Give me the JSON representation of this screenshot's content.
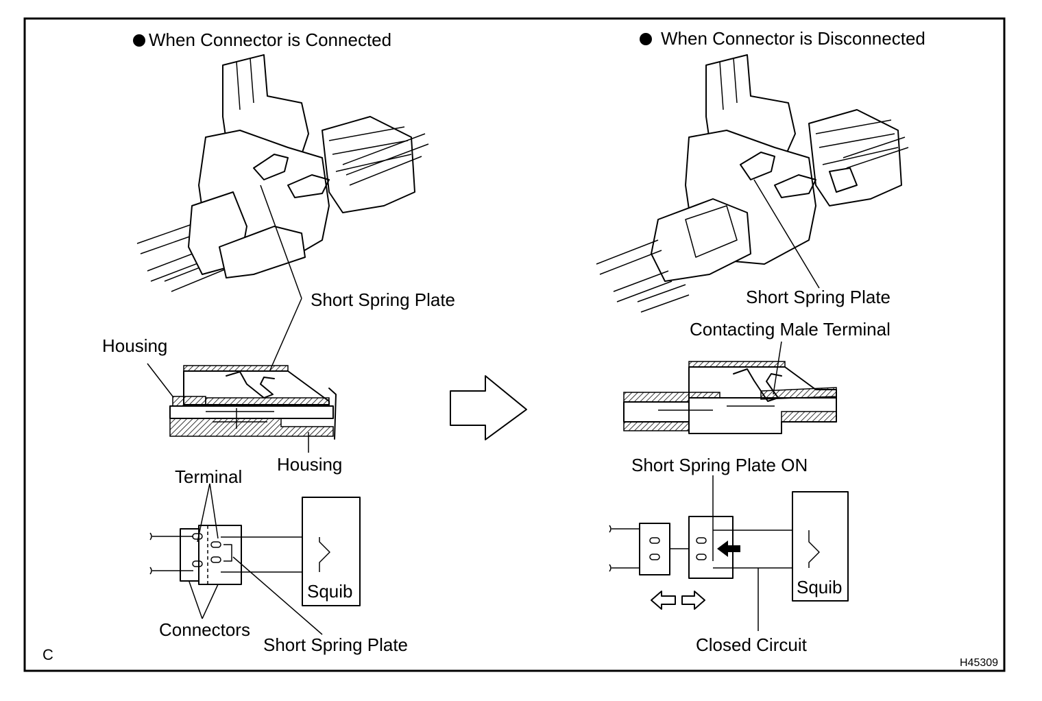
{
  "left": {
    "title": "When Connector is Connected",
    "labels": {
      "short_spring_plate_top": "Short Spring Plate",
      "housing_upper": "Housing",
      "housing_lower": "Housing",
      "terminal": "Terminal",
      "squib": "Squib",
      "connectors": "Connectors",
      "short_spring_plate_bottom": "Short Spring Plate"
    }
  },
  "right": {
    "title": "When Connector is Disconnected",
    "labels": {
      "short_spring_plate_top": "Short Spring Plate",
      "contacting_male_terminal": "Contacting Male Terminal",
      "short_spring_plate_on": "Short Spring Plate ON",
      "squib": "Squib",
      "closed_circuit": "Closed Circuit"
    }
  },
  "corner_letter": "C",
  "figure_code": "H45309"
}
